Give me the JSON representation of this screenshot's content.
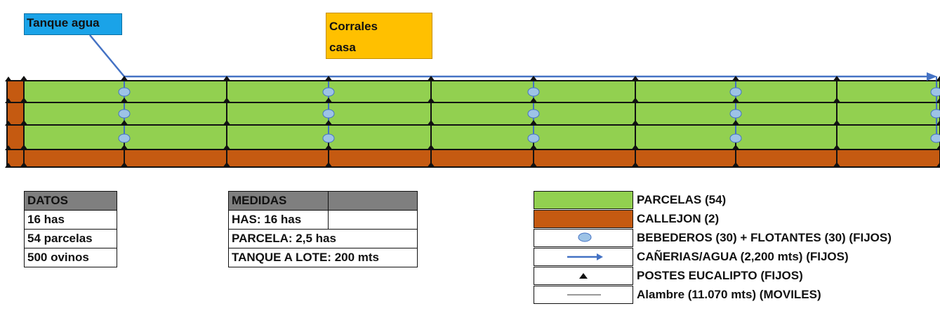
{
  "colors": {
    "parcela": "#92d050",
    "callejon": "#c55a11",
    "water": "#4472c4",
    "bebedero": "#9dc3e6",
    "tank": "#1aa3e8",
    "corrales": "#ffc000",
    "header": "#7f7f7f"
  },
  "tank_label": "Tanque agua",
  "corrales_label": [
    "Corrales",
    "casa"
  ],
  "datos": {
    "header": "DATOS",
    "rows": [
      "16 has",
      "54 parcelas",
      "500 ovinos"
    ]
  },
  "medidas": {
    "header": "MEDIDAS",
    "rows": [
      "HAS: 16 has",
      "PARCELA: 2,5 has",
      "TANQUE A LOTE: 200 mts"
    ]
  },
  "legend": [
    {
      "symbol": "green-fill",
      "label": "PARCELAS (54)"
    },
    {
      "symbol": "brown-fill",
      "label": "CALLEJON (2)"
    },
    {
      "symbol": "ellipse-icon",
      "label": "BEBEDEROS (30) + FLOTANTES (30) (FIJOS)"
    },
    {
      "symbol": "arrow-icon",
      "label": "CAÑERIAS/AGUA (2,200 mts) (FIJOS)"
    },
    {
      "symbol": "triangle-icon",
      "label": "POSTES EUCALIPTO (FIJOS)"
    },
    {
      "symbol": "line-icon",
      "label": "Alambre (11.070 mts) (MOVILES)"
    }
  ]
}
